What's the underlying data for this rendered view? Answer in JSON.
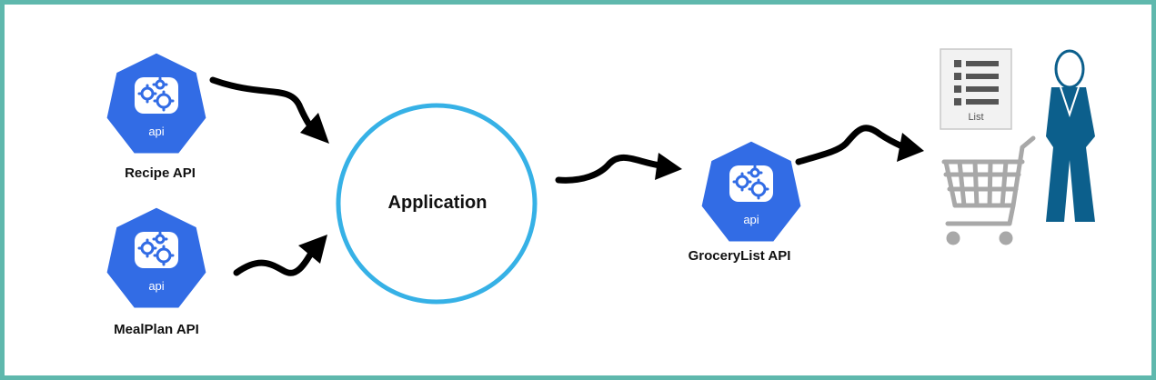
{
  "nodes": {
    "recipe_api": {
      "label": "Recipe API",
      "icon_text": "api",
      "icon": "kubernetes-api-icon"
    },
    "mealplan_api": {
      "label": "MealPlan API",
      "icon_text": "api",
      "icon": "kubernetes-api-icon"
    },
    "application": {
      "label": "Application"
    },
    "grocerylist_api": {
      "label": "GroceryList API",
      "icon_text": "api",
      "icon": "kubernetes-api-icon"
    },
    "list_doc": {
      "label": "List",
      "icon": "list-document-icon"
    },
    "cart": {
      "icon": "shopping-cart-icon"
    },
    "user": {
      "icon": "person-icon"
    }
  },
  "edges": [
    {
      "from": "recipe_api",
      "to": "application"
    },
    {
      "from": "mealplan_api",
      "to": "application"
    },
    {
      "from": "application",
      "to": "grocerylist_api"
    },
    {
      "from": "grocerylist_api",
      "to": "user"
    }
  ],
  "colors": {
    "frame": "#5fb8ad",
    "api_fill": "#326ce5",
    "application_ring": "#36b1e6",
    "person": "#0c5f8c",
    "cart": "#a8a8a8",
    "arrow": "#000000"
  }
}
